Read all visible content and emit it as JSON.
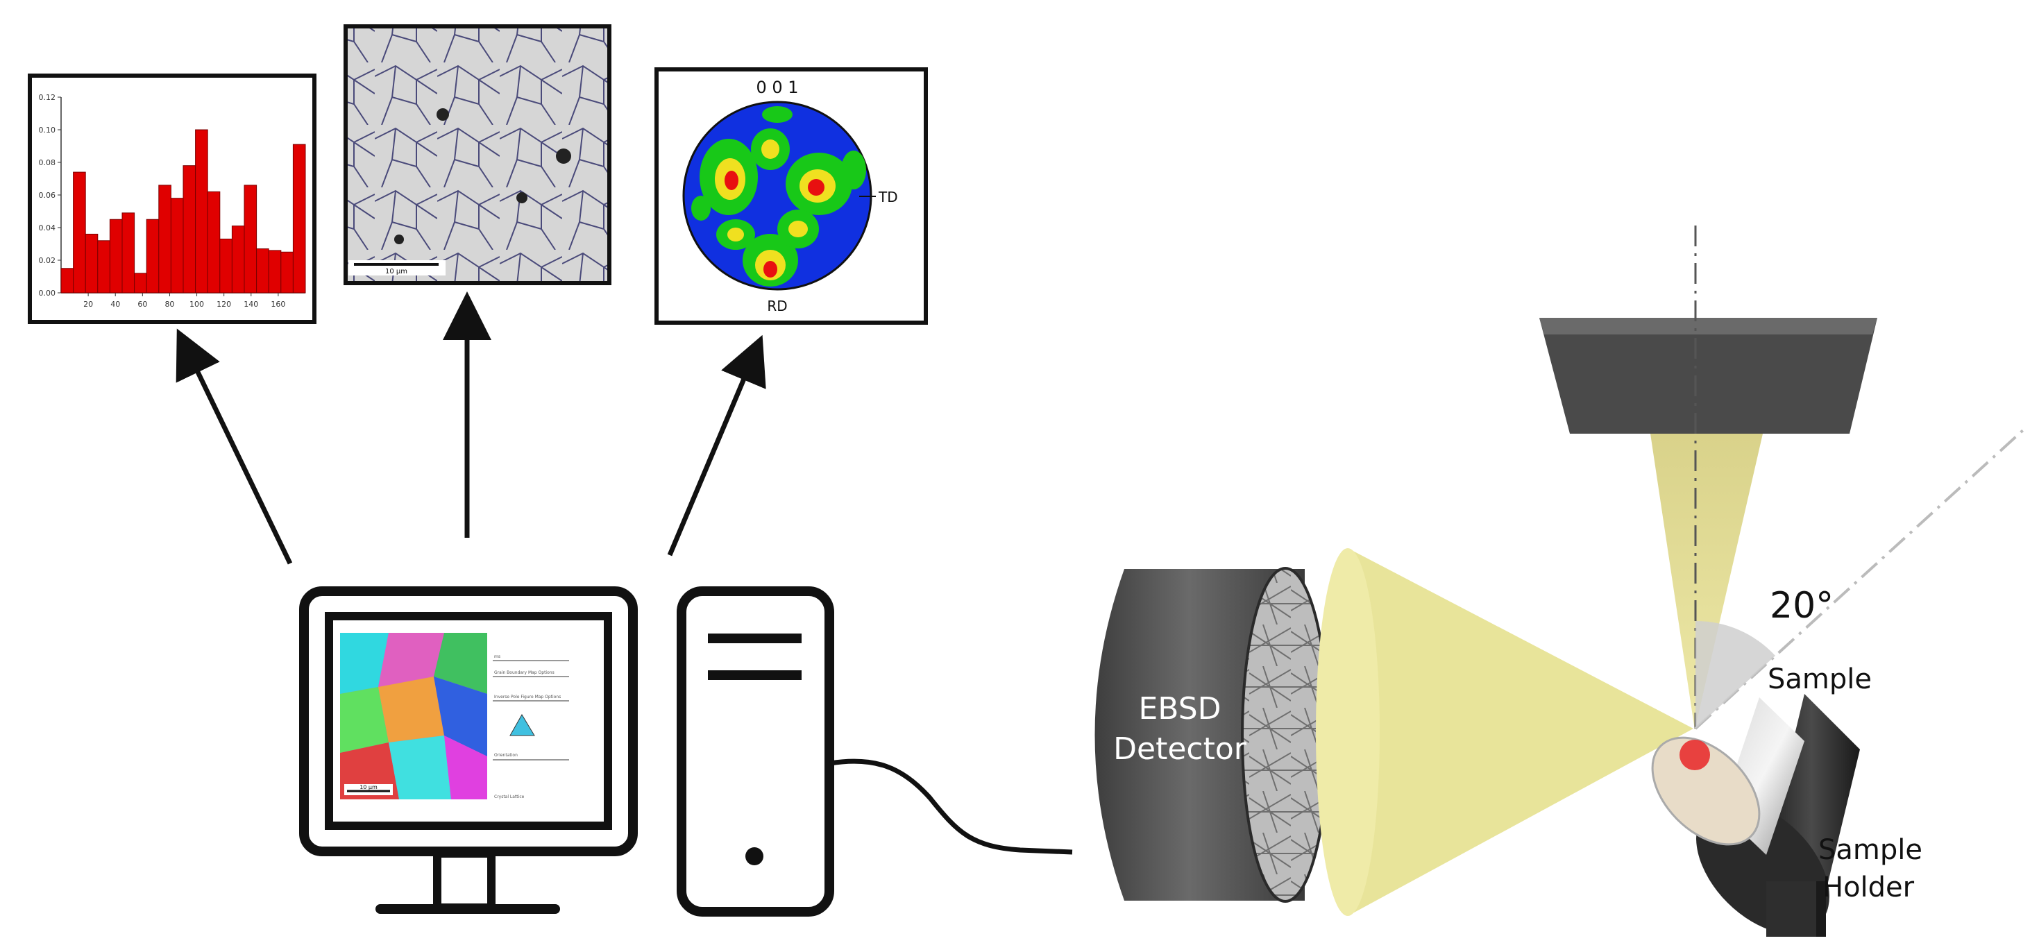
{
  "histogram": {
    "chart_data": {
      "type": "bar",
      "x": [
        10,
        20,
        30,
        40,
        50,
        60,
        70,
        80,
        90,
        100,
        110,
        120,
        130,
        140,
        150,
        160,
        170
      ],
      "values": [
        0.015,
        0.074,
        0.036,
        0.032,
        0.045,
        0.049,
        0.012,
        0.045,
        0.066,
        0.058,
        0.078,
        0.1,
        0.062,
        0.033,
        0.041,
        0.066,
        0.027,
        0.026,
        0.025,
        0.091
      ],
      "xticks": [
        "20",
        "40",
        "60",
        "80",
        "100",
        "120",
        "140",
        "160"
      ],
      "yticks": [
        "0.00",
        "0.02",
        "0.04",
        "0.06",
        "0.08",
        "0.10",
        "0.12"
      ],
      "ylim": [
        0,
        0.12
      ],
      "xlim": [
        0,
        180
      ],
      "bar_color": "#e00000"
    }
  },
  "grain_map": {
    "scale_label": "10 µm"
  },
  "pole_figure": {
    "title": "0 0 1",
    "td_label": "TD",
    "rd_label": "RD",
    "colors": {
      "low": "#1030e0",
      "mid": "#18c818",
      "high": "#f0e020",
      "peak": "#e81010"
    }
  },
  "monitor": {
    "scale_label": "10 µm",
    "panel_lines": [
      "ms",
      "Grain Boundary Map Options",
      "Inverse Pole Figure Map Options",
      "Orientation",
      "Crystal Lattice"
    ]
  },
  "detector": {
    "line1": "EBSD",
    "line2": "Detector"
  },
  "angle_label": "20°",
  "sample_label": "Sample",
  "holder_label": {
    "line1": "Sample",
    "line2": "Holder"
  },
  "colors": {
    "beam": "#e6df8e",
    "detector_body": "#5a5a5a",
    "pole_piece": "#4a4a4a",
    "holder": "#2e2e2e",
    "spot": "#e83030"
  }
}
